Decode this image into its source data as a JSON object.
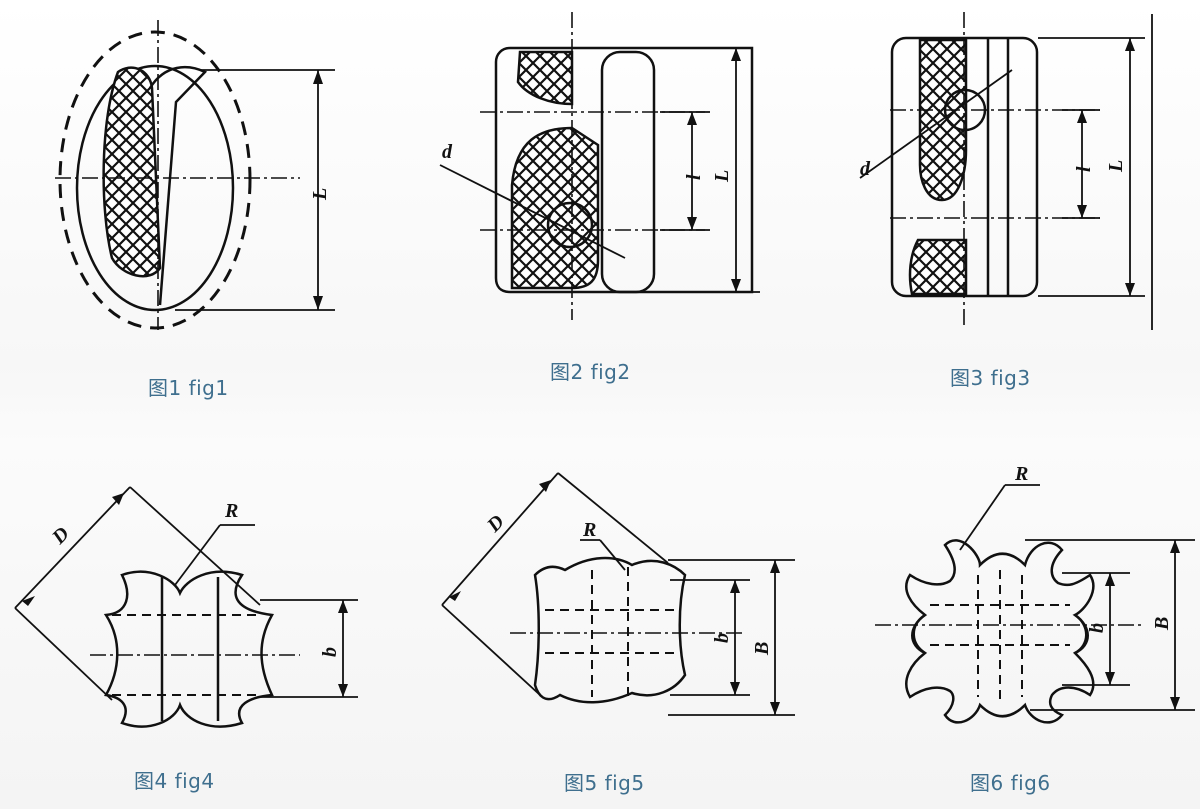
{
  "captions": {
    "fig1": "图1 fig1",
    "fig2": "图2 fig2",
    "fig3": "图3 fig3",
    "fig4": "图4 fig4",
    "fig5": "图5 fig5",
    "fig6": "图6 fig6"
  },
  "dimensions": {
    "L": "L",
    "l": "l",
    "d": "d",
    "D": "D",
    "R": "R",
    "b": "b",
    "B": "B"
  },
  "colors": {
    "caption": "#3f6f8e",
    "line": "#111111",
    "background": "#ffffff"
  }
}
